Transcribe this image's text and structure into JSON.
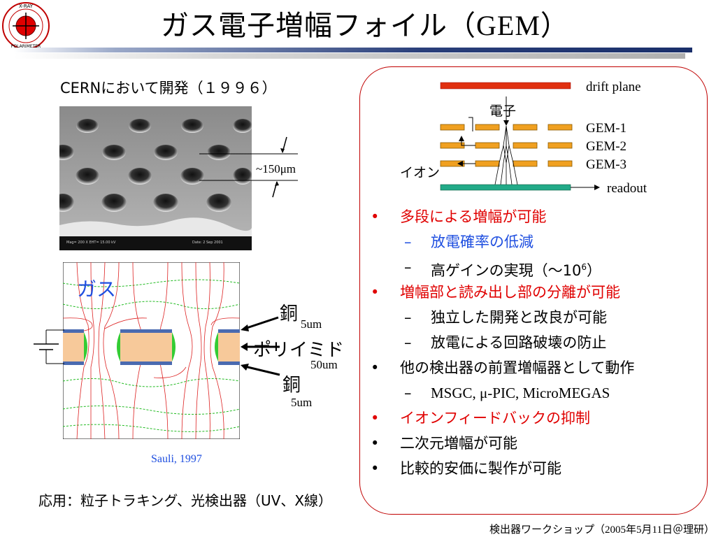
{
  "logo": {
    "top_text": "X-RAY",
    "bottom_text": "POLARIMETER"
  },
  "title": {
    "jp": "ガス電子増幅フォイル（",
    "en": "GEM",
    "close": "）"
  },
  "left": {
    "subtitle": "CERNにおいて開発（１９９６）",
    "sem_dimension": "~150μm",
    "gas_label": "ガス",
    "copper_top": "銅",
    "copper_top_thickness": "5um",
    "polyimide": "ポリイミド",
    "polyimide_thickness": "50um",
    "copper_bottom": "銅",
    "copper_bottom_thickness": "5um",
    "caption": "Sauli, 1997",
    "application": "応用：粒子トラキング、光検出器（UV、X線）"
  },
  "diagram": {
    "drift_plane": "drift plane",
    "electron": "電子",
    "ion": "イオン",
    "gem1": "GEM-1",
    "gem2": "GEM-2",
    "gem3": "GEM-3",
    "readout": "readout"
  },
  "bullets": [
    {
      "level": 1,
      "marker": "•",
      "text": "多段による増幅が可能",
      "color": "red"
    },
    {
      "level": 2,
      "marker": "–",
      "text": "放電確率の低減",
      "color": "blue"
    },
    {
      "level": 2,
      "marker": "–",
      "text": "高ゲインの実現（～10",
      "sup": "6",
      "tail": "）",
      "color": "black"
    },
    {
      "level": 1,
      "marker": "•",
      "text": "増幅部と読み出し部の分離が可能",
      "color": "red"
    },
    {
      "level": 2,
      "marker": "–",
      "text": "独立した開発と改良が可能",
      "color": "black"
    },
    {
      "level": 2,
      "marker": "–",
      "text": "放電による回路破壊の防止",
      "color": "black"
    },
    {
      "level": 1,
      "marker": "•",
      "text": "他の検出器の前置増幅器として動作",
      "color": "black"
    },
    {
      "level": 2,
      "marker": "–",
      "text": "MSGC, μ-PIC,  MicroMEGAS",
      "color": "black"
    },
    {
      "level": 1,
      "marker": "•",
      "text": "イオンフィードバックの抑制",
      "color": "red"
    },
    {
      "level": 1,
      "marker": "•",
      "text": "二次元増幅が可能",
      "color": "black"
    },
    {
      "level": 1,
      "marker": "•",
      "text": "比較的安価に製作が可能",
      "color": "black"
    }
  ],
  "footer": {
    "jp1": "検出器ワークショップ（",
    "en": "2005",
    "jp2": "年",
    "m": "5",
    "jp3": "月",
    "d": "11",
    "jp4": "日＠理研）"
  },
  "colors": {
    "accent_red": "#e00000",
    "accent_blue": "#1f4fe0",
    "gem_orange": "#f0a020",
    "readout_green": "#22aa88"
  }
}
